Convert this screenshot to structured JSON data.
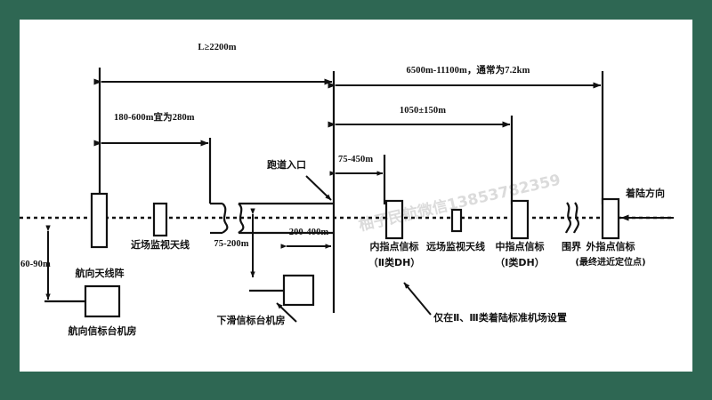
{
  "frame": {
    "border_color": "#2e6753",
    "canvas_color": "#ffffff",
    "ink_color": "#111111"
  },
  "watermark": {
    "text": "柚子民航微信13853782359"
  },
  "dimensions": {
    "runway_length": "L≥2200m",
    "loc_to_threshold": "180-600m宜为280m",
    "threshold_to_outer": "6500m-11100m，通常为7.2km",
    "threshold_to_middle": "1050±150m",
    "threshold_to_inner": "75-450m",
    "runway_width_half": "75-200m",
    "gs_offset": "200-400m",
    "loc_shelter_offset": "60-90m"
  },
  "labels": {
    "runway_threshold": "跑道入口",
    "landing_direction": "着陆方向",
    "loc_array": "航向天线阵",
    "loc_shelter": "航向信标台机房",
    "near_field_monitor": "近场监视天线",
    "gs_shelter": "下滑信标台机房",
    "far_field_monitor": "远场监视天线",
    "fence": "围界",
    "inner_marker": "内指点信标",
    "inner_marker_sub": "（Ⅱ类DH）",
    "middle_marker": "中指点信标",
    "middle_marker_sub": "（Ⅰ类DH）",
    "outer_marker": "外指点信标",
    "outer_marker_sub": "(最终进近定位点)",
    "note_cat23": "仅在Ⅱ、Ⅲ类着陆标准机场设置"
  }
}
